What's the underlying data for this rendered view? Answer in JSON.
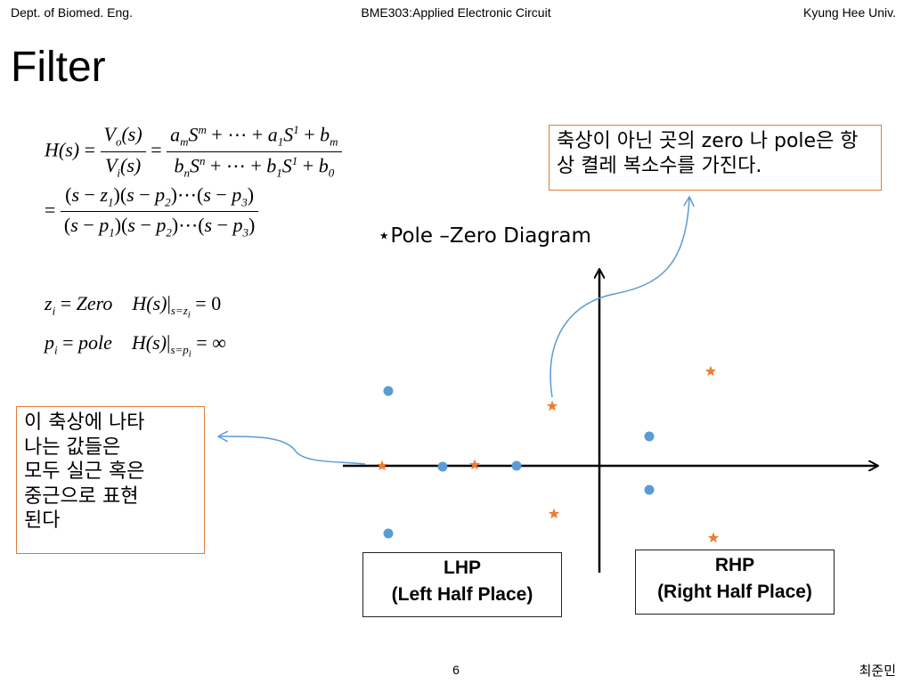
{
  "header": {
    "left": "Dept. of Biomed. Eng.",
    "center": "BME303:Applied Electronic Circuit",
    "right": "Kyung Hee Univ."
  },
  "title": "Filter",
  "callout_top": "축상이 아닌 곳의 zero 나 pole은 항상 켤레 복소수를 가진다.",
  "callout_left": "이 축상에 나타\n나는 값들은\n모두 실근 혹은\n중근으로 표현\n된다",
  "diagram": {
    "title": "⋆Pole –Zero Diagram",
    "lhp_label": "LHP",
    "lhp_sub": "(Left Half Place)",
    "rhp_label": "RHP",
    "rhp_sub": "(Right Half Place)",
    "pole_color": "#5b9bd5",
    "zero_color": "#ed7d31",
    "pole_marker": "dot",
    "zero_marker": "star"
  },
  "footer": {
    "page": "6",
    "author": "최준민"
  }
}
